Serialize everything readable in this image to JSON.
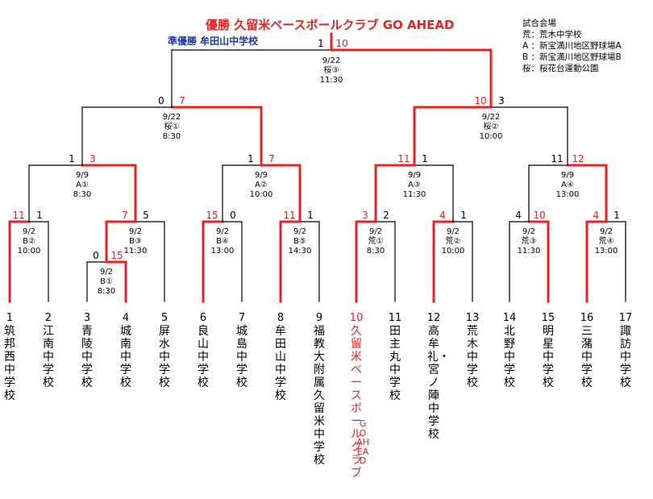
{
  "title": {
    "champion": "優勝 久留米ベースボールクラブ GO AHEAD",
    "runner_up": "準優勝 牟田山中学校"
  },
  "venues": {
    "heading": "試合会場",
    "lines": [
      "荒：荒木中学校",
      "A ：新宝満川地区野球場A",
      "B ：新宝満川地区野球場B",
      "桜：桜花台運動公園"
    ]
  },
  "teams": [
    {
      "num": "1",
      "name": "筑邦西中学校"
    },
    {
      "num": "2",
      "name": "江南中学校"
    },
    {
      "num": "3",
      "name": "青陵中学校"
    },
    {
      "num": "4",
      "name": "城南中学校"
    },
    {
      "num": "5",
      "name": "屏水中学校"
    },
    {
      "num": "6",
      "name": "良山中学校"
    },
    {
      "num": "7",
      "name": "城島中学校"
    },
    {
      "num": "8",
      "name": "牟田山中学校"
    },
    {
      "num": "9",
      "name": "福教大附属久留米中学校"
    },
    {
      "num": "10",
      "name": "久留米ベースボールクラブ",
      "sub": "GO AHEAD"
    },
    {
      "num": "11",
      "name": "田主丸中学校"
    },
    {
      "num": "12",
      "name": "高牟礼・宮ノ陣中学校"
    },
    {
      "num": "13",
      "name": "荒木中学校"
    },
    {
      "num": "14",
      "name": "北野中学校"
    },
    {
      "num": "15",
      "name": "明星中学校"
    },
    {
      "num": "16",
      "name": "三潴中学校"
    },
    {
      "num": "17",
      "name": "諏訪中学校"
    }
  ],
  "matches": [
    {
      "id": "m0",
      "date": "9/2",
      "place": "B①",
      "time": "8:30",
      "left_score": "0",
      "right_score": "15",
      "winner": "right"
    },
    {
      "id": "m1",
      "date": "9/2",
      "place": "B②",
      "time": "10:00",
      "left_score": "11",
      "right_score": "1",
      "winner": "left"
    },
    {
      "id": "m2",
      "date": "9/2",
      "place": "B③",
      "time": "11:30",
      "left_score": "7",
      "right_score": "5",
      "winner": "left"
    },
    {
      "id": "m3",
      "date": "9/2",
      "place": "B④",
      "time": "13:00",
      "left_score": "15",
      "right_score": "0",
      "winner": "left"
    },
    {
      "id": "m4",
      "date": "9/2",
      "place": "B⑤",
      "time": "14:30",
      "left_score": "11",
      "right_score": "1",
      "winner": "left"
    },
    {
      "id": "m5",
      "date": "9/2",
      "place": "荒①",
      "time": "8:30",
      "left_score": "3",
      "right_score": "2",
      "winner": "left"
    },
    {
      "id": "m6",
      "date": "9/2",
      "place": "荒②",
      "time": "10:00",
      "left_score": "4",
      "right_score": "1",
      "winner": "left"
    },
    {
      "id": "m7",
      "date": "9/2",
      "place": "荒③",
      "time": "11:30",
      "left_score": "4",
      "right_score": "10",
      "winner": "right"
    },
    {
      "id": "m8",
      "date": "9/2",
      "place": "荒④",
      "time": "13:00",
      "left_score": "4",
      "right_score": "1",
      "winner": "left"
    },
    {
      "id": "m9",
      "date": "9/9",
      "place": "A①",
      "time": "8:30",
      "left_score": "1",
      "right_score": "3",
      "winner": "right"
    },
    {
      "id": "m10",
      "date": "9/9",
      "place": "A②",
      "time": "10:00",
      "left_score": "1",
      "right_score": "7",
      "winner": "right"
    },
    {
      "id": "m11",
      "date": "9/9",
      "place": "A③",
      "time": "11:30",
      "left_score": "11",
      "right_score": "1",
      "winner": "left"
    },
    {
      "id": "m12",
      "date": "9/9",
      "place": "A④",
      "time": "13:00",
      "left_score": "11",
      "right_score": "12",
      "winner": "right"
    },
    {
      "id": "m13",
      "date": "9/22",
      "place": "桜①",
      "time": "8:30",
      "left_score": "0",
      "right_score": "7",
      "winner": "right"
    },
    {
      "id": "m14",
      "date": "9/22",
      "place": "桜②",
      "time": "10:00",
      "left_score": "10",
      "right_score": "3",
      "winner": "left"
    },
    {
      "id": "m15",
      "date": "9/22",
      "place": "桜③",
      "time": "11:30",
      "left_score": "1",
      "right_score": "10",
      "winner": "right"
    }
  ],
  "colors": {
    "winner_line": "#e82323",
    "line": "#000000",
    "champion_text": "#e82323",
    "runner_up_text": "#1e3aa8"
  }
}
